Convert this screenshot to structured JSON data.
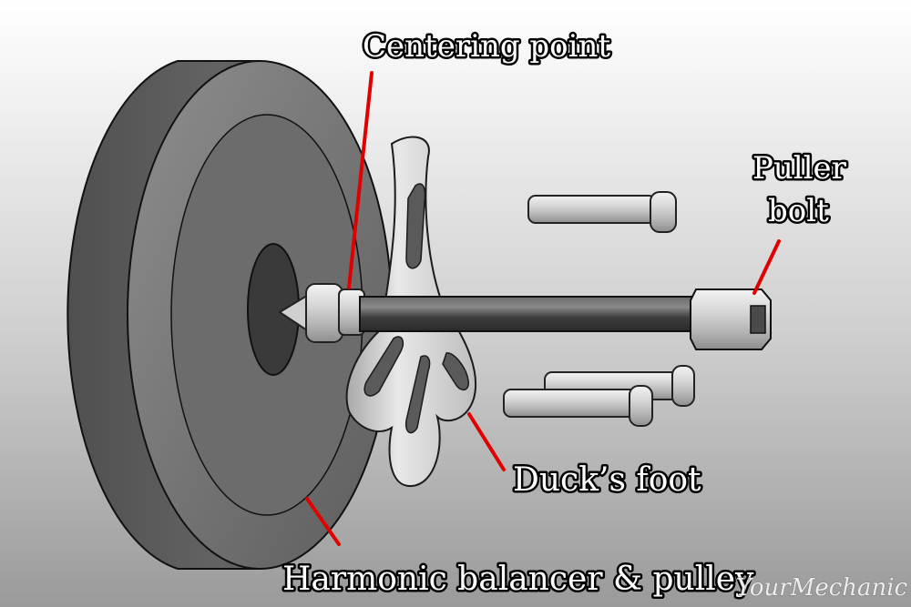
{
  "labels": {
    "centering_point": "Centering point",
    "puller_bolt_line1": "Puller",
    "puller_bolt_line2": "bolt",
    "ducks_foot": "Duck’s foot",
    "harmonic_balancer": "Harmonic balancer & pulley"
  },
  "watermark": {
    "text": "YourMechanic"
  },
  "colors": {
    "leader_line": "#e10000",
    "label_fill": "#ffffff",
    "label_outline": "#000000",
    "background_top": "#ffffff",
    "background_bottom": "#9a9a9a"
  }
}
